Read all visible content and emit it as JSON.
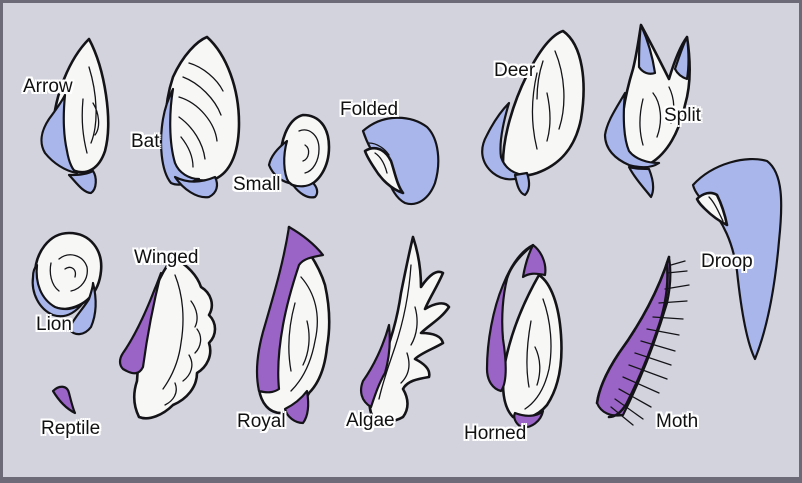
{
  "labels": {
    "arrow": "Arrow",
    "bat": "Bat",
    "small": "Small",
    "folded": "Folded",
    "deer": "Deer",
    "split": "Split",
    "droop": "Droop",
    "lion": "Lion",
    "winged": "Winged",
    "royal": "Royal",
    "algae": "Algae",
    "horned": "Horned",
    "moth": "Moth",
    "reptile": "Reptile"
  },
  "colors": {
    "background": "#d3d3de",
    "border": "#6d6a77",
    "ear_fill": "#f7f7f5",
    "inner_blue": "#a8b6ec",
    "inner_purple": "#9a64c6",
    "outline": "#141418"
  }
}
